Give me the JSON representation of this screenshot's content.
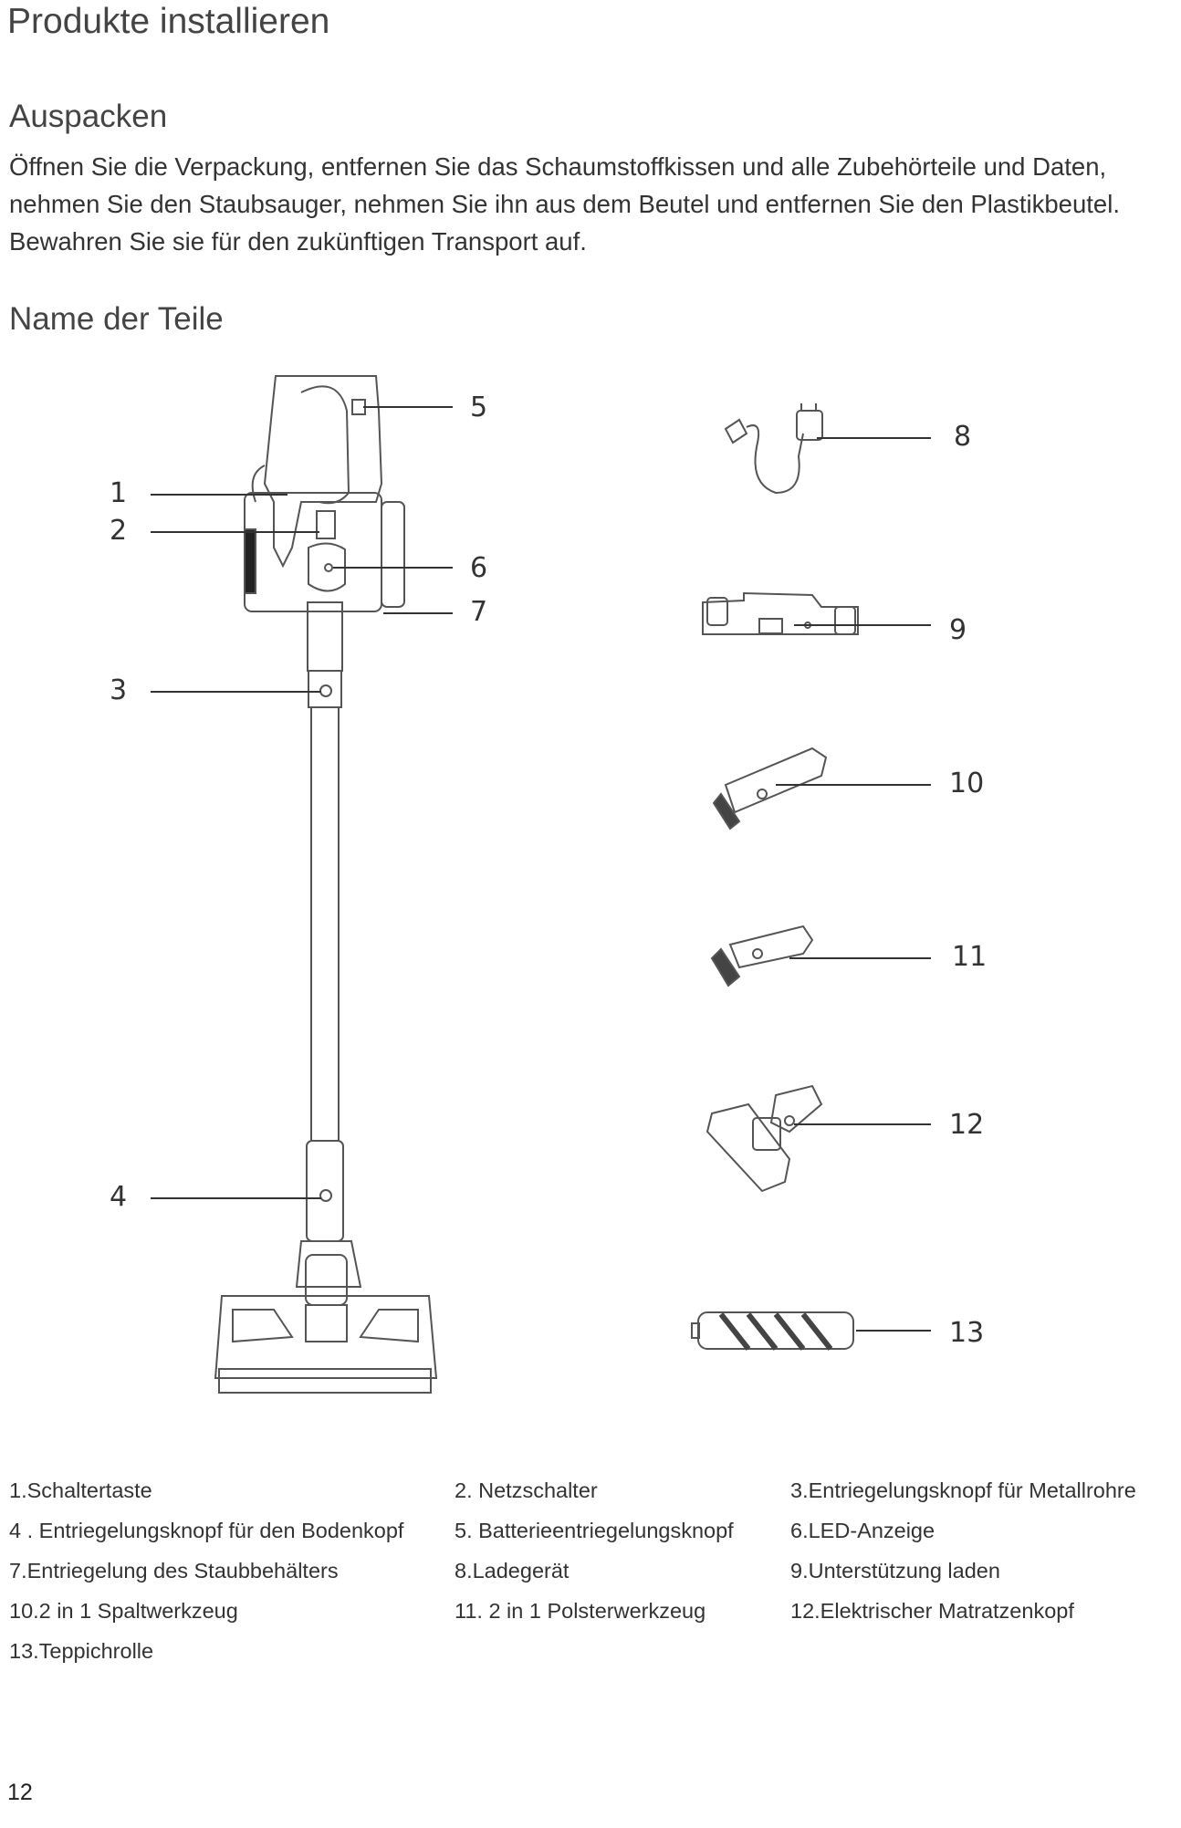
{
  "header": {
    "title": "Produkte installieren"
  },
  "unpack": {
    "heading": "Auspacken",
    "text": " Öffnen Sie die Verpackung, entfernen Sie das Schaumstoffkissen und alle Zubehörteile und Daten, nehmen Sie den Staubsauger, nehmen Sie ihn aus dem Beutel und entfernen Sie den Plastikbeutel. Bewahren Sie sie für den zukünftigen Transport auf."
  },
  "parts": {
    "heading": "Name der Teile",
    "callouts": [
      "1",
      "2",
      "3",
      "4",
      "5",
      "6",
      "7",
      "8",
      "9",
      "10",
      "11",
      "12",
      "13"
    ],
    "legend": [
      "1.Schaltertaste",
      "2. Netzschalter",
      "3.Entriegelungsknopf für Metallrohre",
      "4 . Entriegelungsknopf für den Bodenkopf",
      "5. Batterieentriegelungsknopf",
      "6.LED-Anzeige",
      "7.Entriegelung des Staubbehälters",
      "8.Ladegerät",
      "9.Unterstützung laden",
      "10.2 in 1 Spaltwerkzeug",
      "11. 2 in 1 Polsterwerkzeug",
      "12.Elektrischer Matratzenkopf",
      "13.Teppichrolle"
    ]
  },
  "footer": {
    "page_number": "12"
  }
}
